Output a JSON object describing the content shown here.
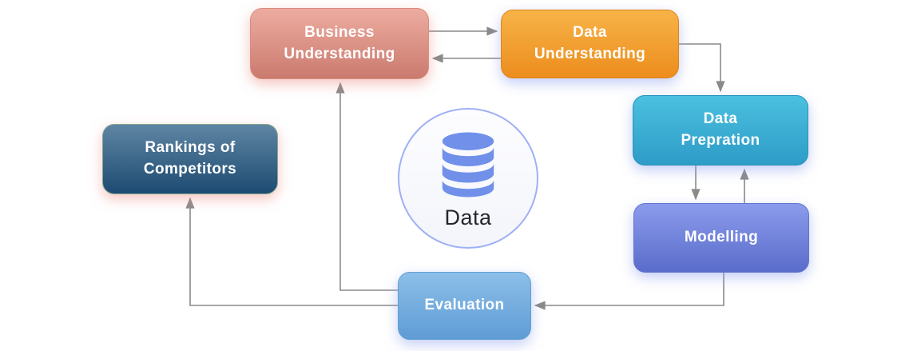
{
  "diagram": {
    "type": "flowchart",
    "background_color": "#ffffff",
    "arrow_color": "#8a8a8a",
    "nodes": [
      {
        "id": "business-understanding",
        "label": "Business\nUnderstanding",
        "fill_top": "#edaca0",
        "fill_bottom": "#cb7a6e",
        "text_color": "#ffffff"
      },
      {
        "id": "data-understanding",
        "label": "Data\nUnderstanding",
        "fill_top": "#f7b347",
        "fill_bottom": "#ed8d1e",
        "text_color": "#ffffff"
      },
      {
        "id": "data-prepration",
        "label": "Data\nPrepration",
        "fill_top": "#4bc0df",
        "fill_bottom": "#2d9cc7",
        "text_color": "#ffffff"
      },
      {
        "id": "modelling",
        "label": "Modelling",
        "fill_top": "#8b9bec",
        "fill_bottom": "#5a6cca",
        "text_color": "#ffffff"
      },
      {
        "id": "evaluation",
        "label": "Evaluation",
        "fill_top": "#8cbfe9",
        "fill_bottom": "#5f9cd5",
        "text_color": "#ffffff"
      },
      {
        "id": "rankings-of-competitors",
        "label": "Rankings of\nCompetitors",
        "fill_top": "#5f85a3",
        "fill_bottom": "#1d4b72",
        "text_color": "#ffffff"
      }
    ],
    "data_hub": {
      "label": "Data",
      "icon": "database-icon",
      "icon_color": "#7090ea",
      "circle_border_color": "#9fb0f5",
      "label_color": "#26262e"
    },
    "edges": [
      {
        "from": "business-understanding",
        "to": "data-understanding"
      },
      {
        "from": "data-understanding",
        "to": "business-understanding"
      },
      {
        "from": "data-understanding",
        "to": "data-prepration"
      },
      {
        "from": "data-prepration",
        "to": "modelling"
      },
      {
        "from": "modelling",
        "to": "data-prepration"
      },
      {
        "from": "modelling",
        "to": "evaluation"
      },
      {
        "from": "evaluation",
        "to": "business-understanding"
      },
      {
        "from": "evaluation",
        "to": "rankings-of-competitors"
      }
    ]
  }
}
